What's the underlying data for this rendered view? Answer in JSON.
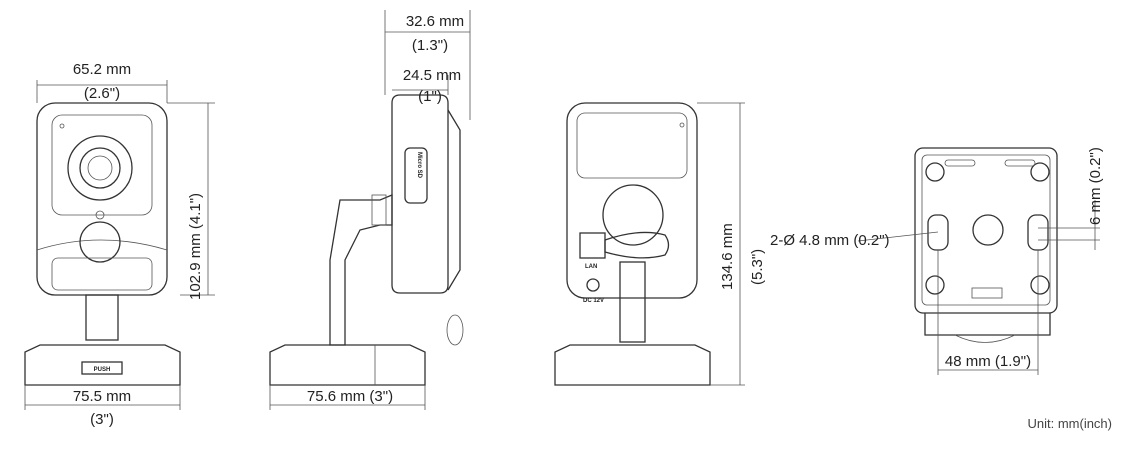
{
  "front_view": {
    "width_mm": "65.2 mm",
    "width_in": "(2.6\")",
    "height": "102.9 mm (4.1\")",
    "base_mm": "75.5 mm",
    "base_in": "(3\")",
    "push_label": "PUSH"
  },
  "side_view": {
    "depth_mm": "32.6 mm",
    "depth_in": "(1.3\")",
    "body_mm": "24.5 mm",
    "body_in": "(1\")",
    "base": "75.6 mm (3\")",
    "slot_label": "Micro SD"
  },
  "rear_view": {
    "lan_label": "LAN",
    "dc_label": "DC 12V",
    "height_mm": "134.6 mm",
    "height_in": "(5.3\")"
  },
  "mount_view": {
    "holes": "2-Ø 4.8 mm (0.2\")",
    "offset": "6 mm (0.2\")",
    "spacing": "48 mm (1.9\")"
  },
  "unit_note": "Unit: mm(inch)"
}
